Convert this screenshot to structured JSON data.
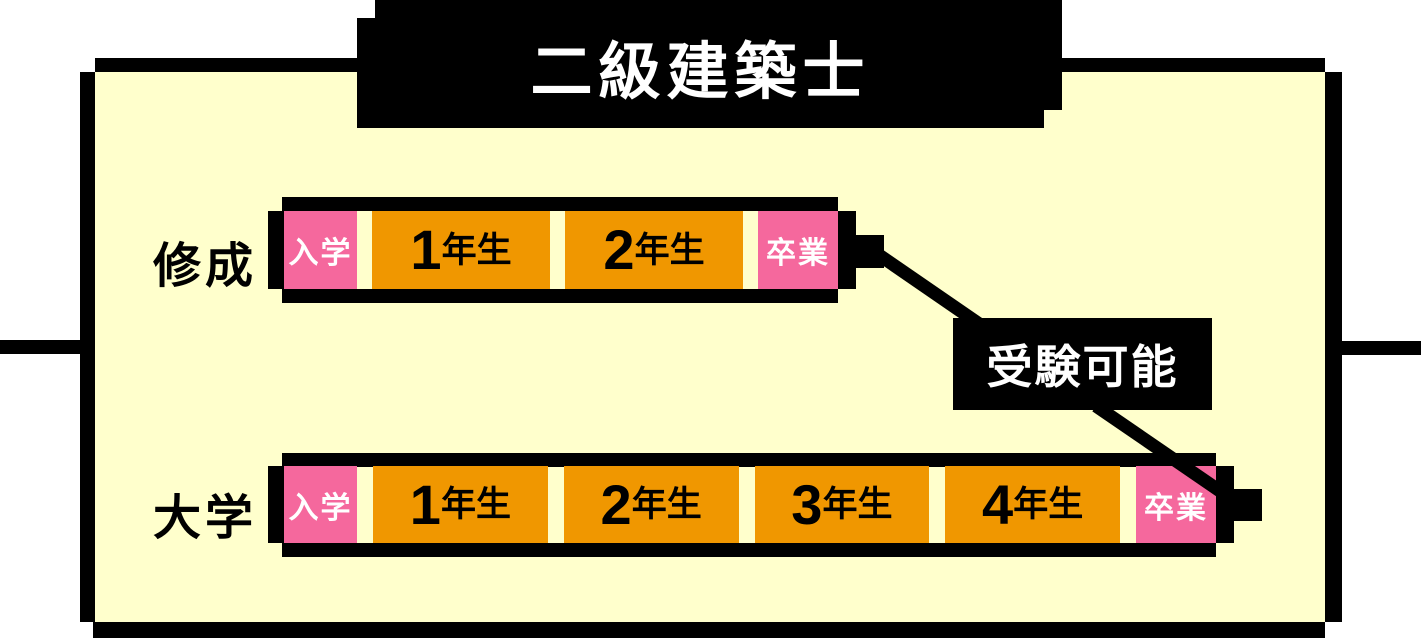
{
  "title": "二級建築士",
  "badge": "受験可能",
  "colors": {
    "background": "#FFFFCC",
    "pink": "#F5689D",
    "orange": "#F09700",
    "frame": "#000000",
    "text_on_dark": "#FFFFFF"
  },
  "rows": [
    {
      "label": "修成",
      "segments": [
        {
          "label": "入学",
          "type": "pink",
          "role": "entry"
        },
        {
          "label": "1年生",
          "type": "orange",
          "role": "year"
        },
        {
          "label": "2年生",
          "type": "orange",
          "role": "year"
        },
        {
          "label": "卒業",
          "type": "pink",
          "role": "exit"
        }
      ]
    },
    {
      "label": "大学",
      "segments": [
        {
          "label": "入学",
          "type": "pink",
          "role": "entry"
        },
        {
          "label": "1年生",
          "type": "orange",
          "role": "year"
        },
        {
          "label": "2年生",
          "type": "orange",
          "role": "year"
        },
        {
          "label": "3年生",
          "type": "orange",
          "role": "year"
        },
        {
          "label": "4年生",
          "type": "orange",
          "role": "year"
        },
        {
          "label": "卒業",
          "type": "pink",
          "role": "exit"
        }
      ]
    }
  ]
}
